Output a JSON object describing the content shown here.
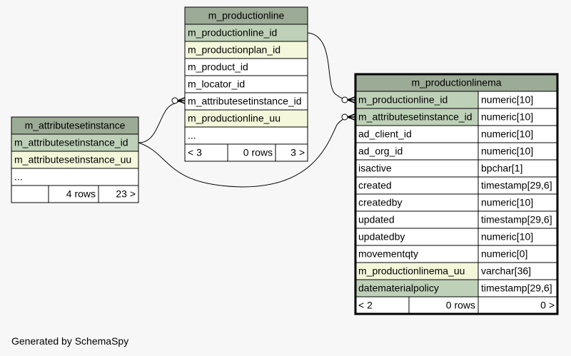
{
  "footer": "Generated by SchemaSpy",
  "colors": {
    "header": "#9bab96",
    "key": "#bed1b8",
    "indexed": "#f4f7da",
    "plain": "#ffffff",
    "border": "#000000"
  },
  "tables": [
    {
      "name": "m_productionline",
      "rows": [
        {
          "name": "m_productionline_id",
          "kind": "key"
        },
        {
          "name": "m_productionplan_id",
          "kind": "indexed"
        },
        {
          "name": "m_product_id",
          "kind": "plain"
        },
        {
          "name": "m_locator_id",
          "kind": "plain"
        },
        {
          "name": "m_attributesetinstance_id",
          "kind": "plain"
        },
        {
          "name": "m_productionline_uu",
          "kind": "indexed"
        },
        {
          "name": "...",
          "kind": "plain"
        }
      ],
      "footer": {
        "parents": "< 3",
        "rows": "0 rows",
        "children": "3 >"
      }
    },
    {
      "name": "m_attributesetinstance",
      "rows": [
        {
          "name": "m_attributesetinstance_id",
          "kind": "key"
        },
        {
          "name": "m_attributesetinstance_uu",
          "kind": "indexed"
        },
        {
          "name": "...",
          "kind": "plain"
        }
      ],
      "footer": {
        "parents": "",
        "rows": "4 rows",
        "children": "23 >"
      }
    },
    {
      "name": "m_productionlinema",
      "rows": [
        {
          "name": "m_productionline_id",
          "type": "numeric[10]",
          "kind": "key"
        },
        {
          "name": "m_attributesetinstance_id",
          "type": "numeric[10]",
          "kind": "key"
        },
        {
          "name": "ad_client_id",
          "type": "numeric[10]",
          "kind": "plain"
        },
        {
          "name": "ad_org_id",
          "type": "numeric[10]",
          "kind": "plain"
        },
        {
          "name": "isactive",
          "type": "bpchar[1]",
          "kind": "plain"
        },
        {
          "name": "created",
          "type": "timestamp[29,6]",
          "kind": "plain"
        },
        {
          "name": "createdby",
          "type": "numeric[10]",
          "kind": "plain"
        },
        {
          "name": "updated",
          "type": "timestamp[29,6]",
          "kind": "plain"
        },
        {
          "name": "updatedby",
          "type": "numeric[10]",
          "kind": "plain"
        },
        {
          "name": "movementqty",
          "type": "numeric[0]",
          "kind": "plain"
        },
        {
          "name": "m_productionlinema_uu",
          "type": "varchar[36]",
          "kind": "indexed"
        },
        {
          "name": "datematerialpolicy",
          "type": "timestamp[29,6]",
          "kind": "key"
        }
      ],
      "footer": {
        "parents": "< 2",
        "rows": "0 rows",
        "children": "0 >"
      }
    }
  ]
}
